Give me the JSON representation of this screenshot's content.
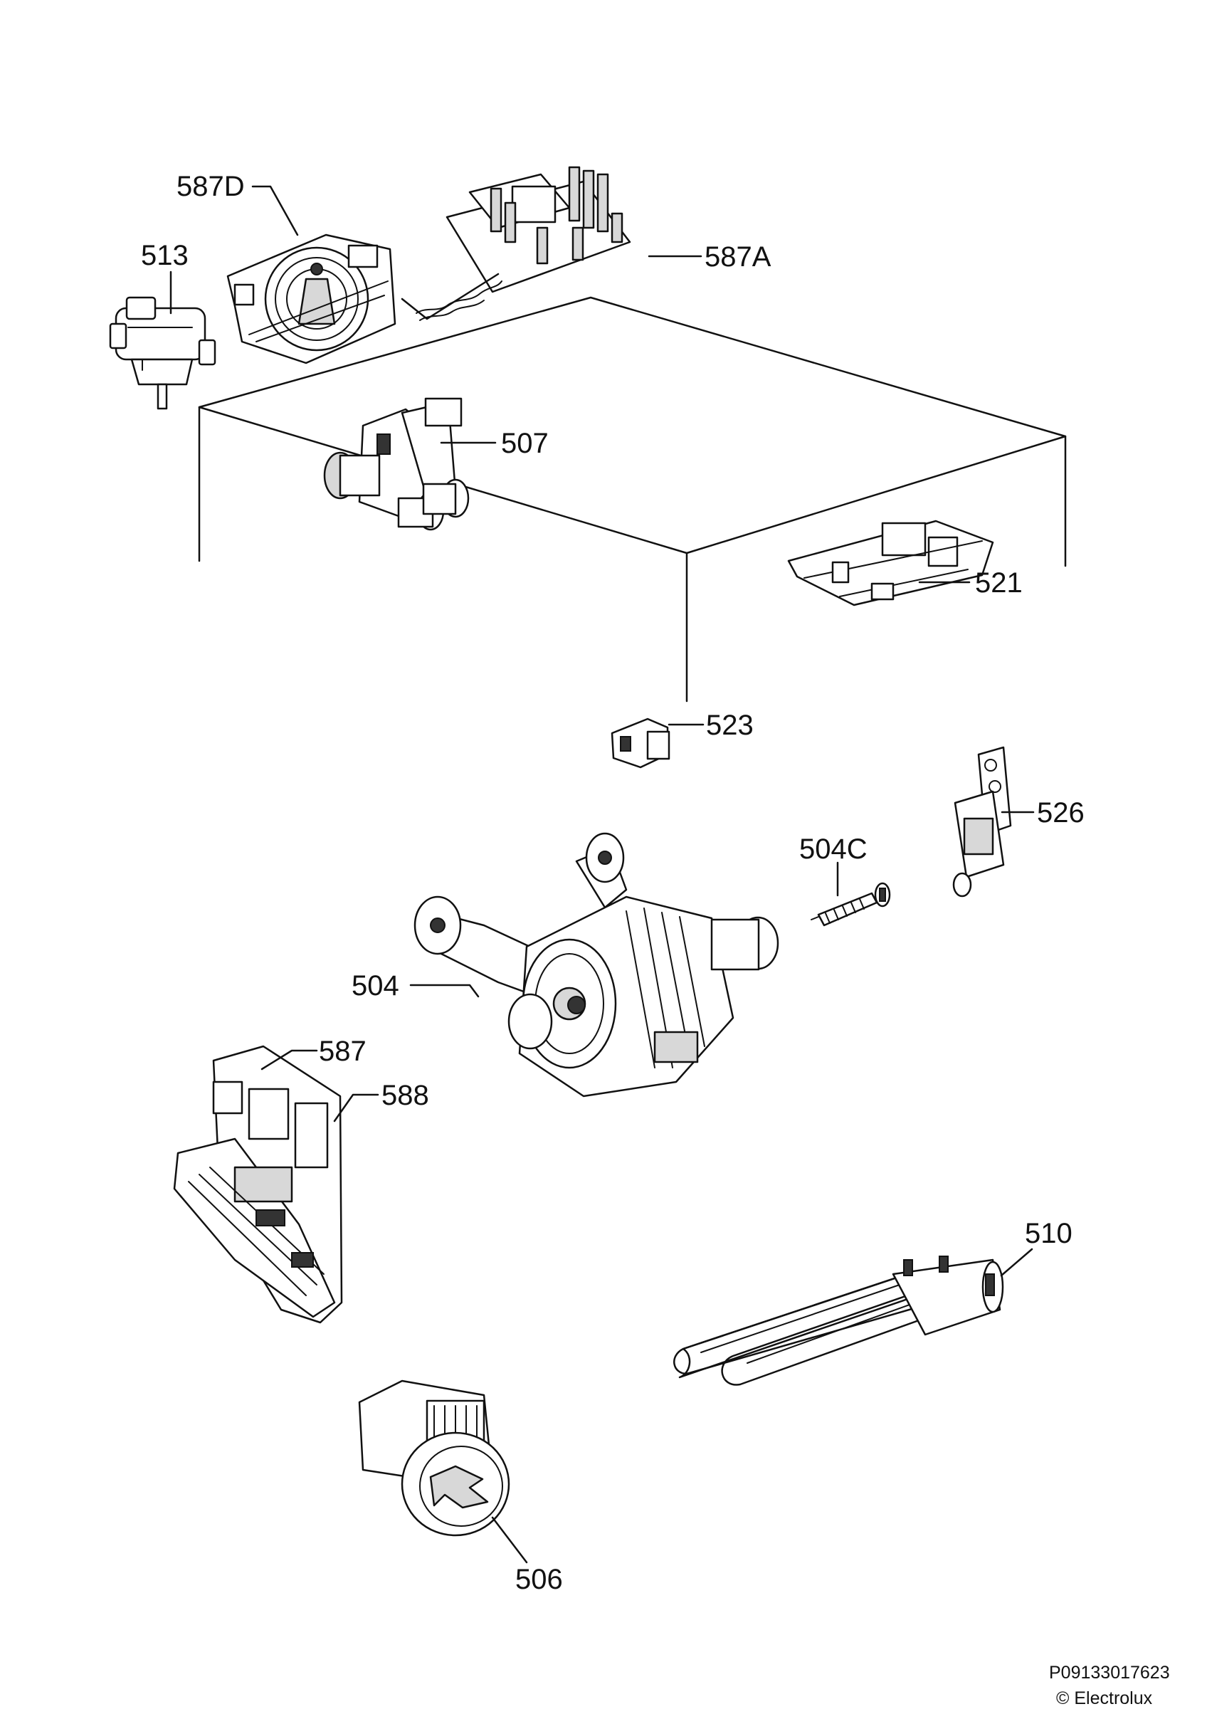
{
  "parts": [
    {
      "key": "p587D",
      "label": "587D"
    },
    {
      "key": "p513",
      "label": "513"
    },
    {
      "key": "p587A",
      "label": "587A"
    },
    {
      "key": "p507",
      "label": "507"
    },
    {
      "key": "p521",
      "label": "521"
    },
    {
      "key": "p523",
      "label": "523"
    },
    {
      "key": "p526",
      "label": "526"
    },
    {
      "key": "p504C",
      "label": "504C"
    },
    {
      "key": "p504",
      "label": "504"
    },
    {
      "key": "p587",
      "label": "587"
    },
    {
      "key": "p588",
      "label": "588"
    },
    {
      "key": "p510",
      "label": "510"
    },
    {
      "key": "p506",
      "label": "506"
    }
  ],
  "footer": {
    "code": "P09133017623",
    "copyright": "© Electrolux"
  },
  "colors": {
    "line": "#111111",
    "background": "#ffffff"
  }
}
